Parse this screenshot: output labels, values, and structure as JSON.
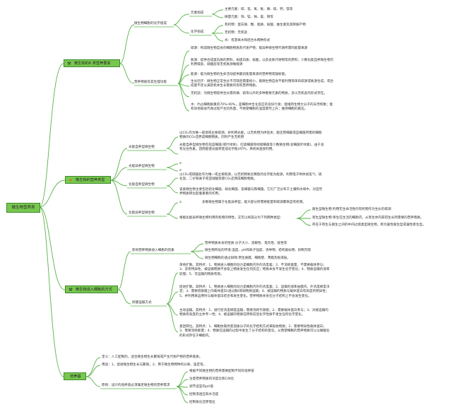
{
  "root": "微生物营养类",
  "b1": {
    "title": "微生物的6 类营养要素",
    "icon": "hammer-icon",
    "c1": {
      "label": "微生物细胞的化学组成",
      "elem": "元素组成",
      "e1": "主要元素：碳、氢、氧、氮、磷、硫、钙、镁等",
      "e2": "微量元素：锌、锰、钠、氯、钼等",
      "chem": "化学组成",
      "h1": "有机物：蛋白质、糖、脂质、核酸、维生素及其降解产物",
      "h2": "无机物：无机盐",
      "h3": "水：有游离水和结合水两种形式"
    },
    "c2": {
      "label": "营养物质及其生理功能",
      "n1": "碳源：构成微生物自身的细胞物质及代谢产物；能异养微生物代谢所需的能量来源",
      "n2": "氮源：提供合成蛋白质的原料，如蛋白质、核酸，以及含氮代谢物等的原料；少数化能自养微生物可利用铵盐、硝酸盐等无机氮源做能源",
      "n3": "能源：能为微生物的生命活动提供最初能量来源的营养物或辐射能。",
      "n4": "生长因子：微生物正常生长不可缺且需量很小，能微生物自身不能利用简单的碳源或氮源合成，或合成量不足以满足机体生长需要的有机营养物质。",
      "n5": "无机盐：为微生物提供生长需的磷、硫等以外的多种重要元素的物质，多以无机盐的形式存在。",
      "n6": "水：约占细胞鲜重的70%-90%，是细胞中生化反应的良好介质；能维持生物大分子的天然构象；能有效地吸收代谢过程产生的热量，不致使细胞的温度骤然上升；维持细胞的膨压。"
    }
  },
  "b2": {
    "title": "微生物的营养类型",
    "icon": "star-icon",
    "g1": {
      "label": "光能自养型微生物",
      "d1": "以CO₂作为唯一碳源或主要碳源，并利用光能，以无机物为供氢体，能还原细菌或蓝细菌所需的细胞物质的CO₂还原成细胞物质。同时产生无机物",
      "d2": "光能自养型微生物包括蓝细菌(或叶绿体)、红硫细菌和绿硫细菌等少数微生物(含细菌叶绿素)，由于含有光合色素，因而能使光能转变成化学能(ATP)，供机体直接利用。"
    },
    "g2": {
      "label": "光能异养型微生物",
      "d1": "e",
      "d2": "e"
    },
    "g3": {
      "label": "化能自养型微生物",
      "d1": "以CO₂或碳酸盐作为唯一或主要碳源，以无机物氧化释放的化学能为能源，利用电子供体如氢气、硫化氢、二价铁离子或亚硝酸等使CO₂还原成细胞物质。",
      "d2": "该类微生物主要包括硫化细菌、硝化细菌、氢细菌与铁细菌。它们广泛分布于土壤和水域中，对自然界物质转化起着重要的作用。"
    },
    "g4": {
      "label": "化能异养型微生物",
      "a": "a",
      "a_text": "多数微生物属于化能异养型，能大部分所需要能量和碳源都来自有机物。",
      "b_text": "根据化能异养微生物利用有机物的特性，又可以将其分为下列两种类型：",
      "r1": "腐生型微生物:利用无生命活性的有机物作为生长的碳源",
      "r2": "寄生型微生物:寄生在生活的细胞内，从寄生体内获得生长所需要的营养物质。",
      "r3": "存在于寄生与腐生之间的中间过渡类型微生物，称为兼性腐生型或兼性寄生型。"
    }
  },
  "b3": {
    "title": "微生物进入细胞的方式",
    "icon": "hammer-icon",
    "f1": {
      "label": "影响营养物质进入细胞的因素",
      "x1": "营养物质本身的性质:分子大小、溶解性、电负性、极性等",
      "x2": "微生物所处的环境:温度、pH和离子强度、诱导物、结构类似物、抑制剂等",
      "x3": "微生物细胞的透过屏障:原生质膜、细胞壁、荚膜及粘液层。"
    },
    "f2": {
      "label": "跨膜运输方式",
      "y1": "单纯扩散。其特点：1、物质进入细胞的动力是细胞内外的浓度差；2、不消耗能量，不需要载体参与；3、没有特异性，被运输物质不会吸上物质发生任何反应；物质本身不发生化学变化；4、物质运输的速率较慢；5、可运输的物质有限。",
      "y2": "促进扩散。其特点：1、物质进入细胞的动力是细胞内外的浓度差；2、运输的速率由膜内、外浓度梯度决定；3、需要借助膜上的载体蛋白(透过酶)帮助物质运输；4、被运输的物质与载体蛋白有高度的特异性；5、并利用来运用时与载体蛋白结合和发生变化。营养物质本身在分子结构上不会发生变化。",
      "y3": "主动运输。其特点：1、进行逆浓度梯度运输，需要消耗代谢能；2、需要载体蛋白参与；3、对被运输的物质有高度的立体专一性；4、被运输的物质在转移前后化学性质不发生任何化学变化。",
      "y4": "基团转位。其特点：1、细胞依靠改变溶质分子的化学结构方式来吸收物质；2、需要特异性载体蛋白；3、需要消耗能量；4、物质在运输的过程中发生了分子结构的变化，从而使细胞的营养物质可以以磷酸化的形式存在于细胞内。"
    }
  },
  "b4": {
    "title": "培养基",
    "icon": "",
    "k1": "定义：人工配制的，适合微生物生长繁殖或产生代谢产物的营养基质。",
    "k2": "用途：1、促进微生物生长与繁殖；2、用于微生物物种的分离、鉴定等。",
    "k3": "原则：设计的培养基必须满足微生物的营养需求",
    "m1": "根据不同微生物的营养需要配制不同的培养基",
    "m2": "注意营养物质的浓度比和C/N比",
    "m3": "调节适宜的pH值",
    "m4": "控制渗透压和水活度",
    "m5": "控制氧化还原电位"
  },
  "colors": {
    "line": "#5ab24a",
    "node": "#78c850",
    "border": "#3d8a2a"
  }
}
